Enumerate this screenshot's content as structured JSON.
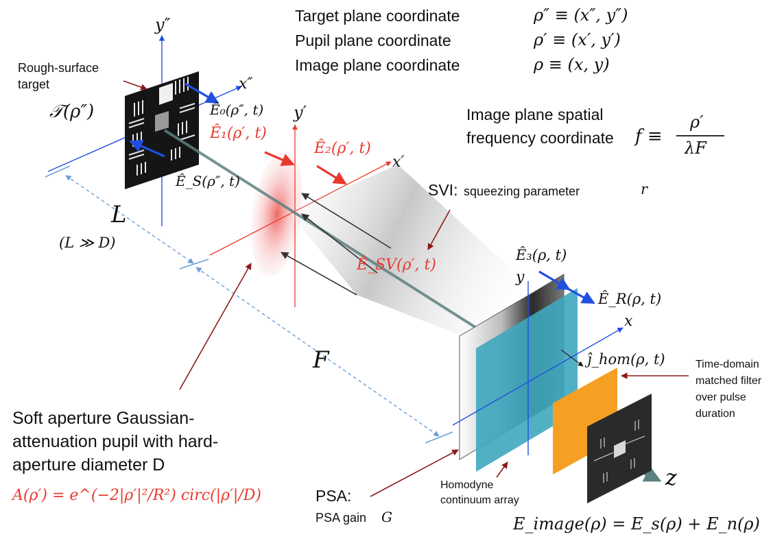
{
  "coordinates": {
    "target_label": "Target plane coordinate",
    "target_eq": "ρ″ ≡ (x″, y″)",
    "pupil_label": "Pupil plane coordinate",
    "pupil_eq": "ρ′ ≡ (x′, y′)",
    "image_label": "Image plane coordinate",
    "image_eq": "ρ ≡ (x, y)"
  },
  "spatial_freq": {
    "line1": "Image plane spatial",
    "line2": "frequency coordinate",
    "eq_lhs": "f ≡",
    "numerator": "ρ′",
    "denominator": "λF"
  },
  "target": {
    "caption_line1": "Rough-surface",
    "caption_line2": "target",
    "function": "𝒯(ρ″)",
    "axis_y": "y″",
    "axis_x": "x″",
    "field_e0": "Ê₀(ρ″, t)",
    "field_es": "Ê_S(ρ″, t)"
  },
  "pupil": {
    "axis_y": "y′",
    "axis_x": "x′",
    "field_e1": "Ê₁(ρ′, t)",
    "field_e2": "Ê₂(ρ′, t)",
    "field_esv": "Ê_SV(ρ′, t)"
  },
  "svi": {
    "name": "SVI:",
    "desc": "squeezing parameter",
    "symbol": "r"
  },
  "distances": {
    "L": "L",
    "L_cond": "(L ≫ D)",
    "F": "F"
  },
  "detector": {
    "axis_y": "y",
    "axis_x": "x",
    "field_e3": "Ê₃(ρ, t)",
    "field_er": "Ê_R(ρ, t)",
    "current": "ĵ_hom(ρ, t)",
    "filter_line1": "Time-domain",
    "filter_line2": "matched filter",
    "filter_line3": "over pulse",
    "filter_line4": "duration",
    "array_line1": "Homodyne",
    "array_line2": "continuum array",
    "z_axis": "z"
  },
  "psa": {
    "name": "PSA:",
    "gain": "PSA gain",
    "gain_symbol": "G"
  },
  "aperture": {
    "line1": "Soft aperture Gaussian-",
    "line2": "attenuation pupil with hard-",
    "line3": "aperture diameter D",
    "formula": "A(ρ′) = e^(−2|ρ′|²/R²) circ(|ρ′|/D)"
  },
  "image_eq": "E_image(ρ) = E_s(ρ) + E_n(ρ)",
  "colors": {
    "red": "#e8392f",
    "dark_red": "#8b1a1a",
    "blue": "#1f4fe0",
    "light_blue": "#6a9fd8",
    "teal": "#3fa7bf",
    "orange": "#f5a023",
    "beam": "#5d8080"
  }
}
